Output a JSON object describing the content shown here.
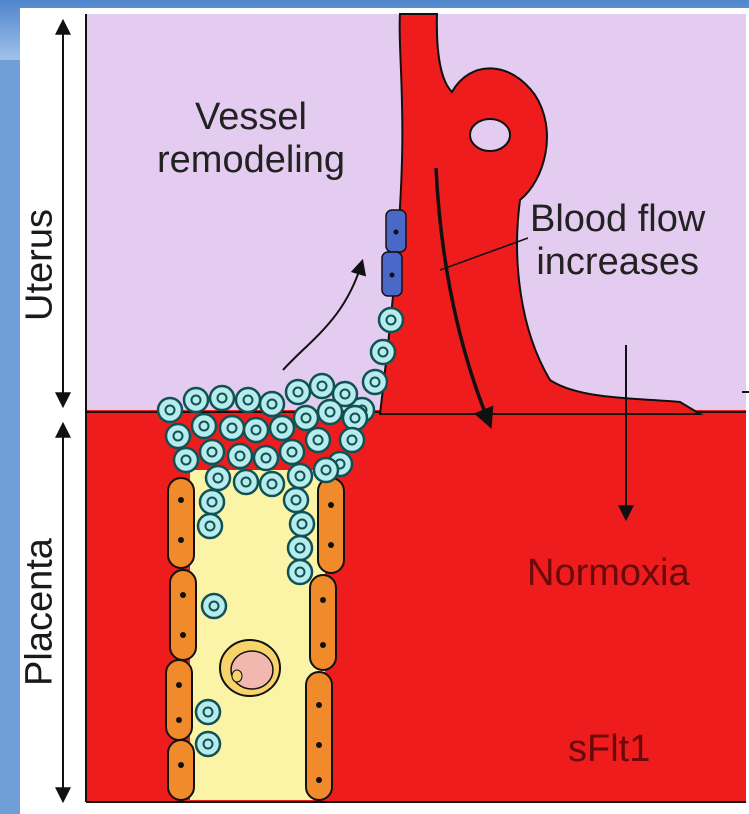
{
  "labels": {
    "vessel_remodeling": [
      "Vessel",
      "remodeling"
    ],
    "blood_flow": [
      "Blood flow",
      "increases"
    ],
    "normoxia": "Normoxia",
    "sflt1": "sFlt1",
    "uterus": "Uterus",
    "placenta": "Placenta"
  },
  "colors": {
    "uterus_bg": "#e3ccf0",
    "placenta_red": "#ee1c1c",
    "vessel_lumen": "#fbf3a6",
    "cell_fill": "#b8ecec",
    "cell_border": "#0f5256",
    "endothelial_orange": "#f08a2a",
    "blue_cell": "#4a68c8",
    "text_dark": "#222222",
    "text_red": "#6a0a0a"
  }
}
